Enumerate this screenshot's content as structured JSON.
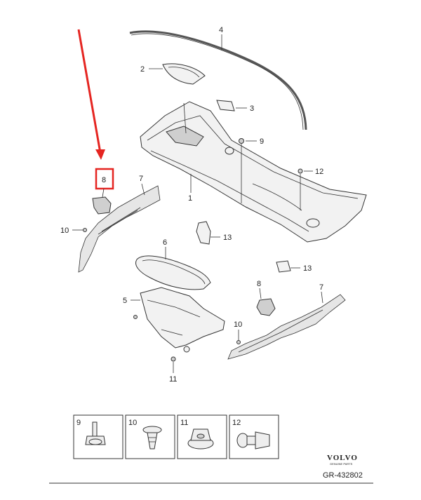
{
  "callouts": {
    "c1": "1",
    "c2": "2",
    "c3": "3",
    "c4": "4",
    "c5": "5",
    "c6": "6",
    "c7a": "7",
    "c7b": "7",
    "c8a": "8",
    "c8b": "8",
    "c9": "9",
    "c10a": "10",
    "c10b": "10",
    "c11": "11",
    "c12": "12",
    "c13a": "13",
    "c13b": "13"
  },
  "legend": [
    {
      "label": "9"
    },
    {
      "label": "10"
    },
    {
      "label": "11"
    },
    {
      "label": "12"
    }
  ],
  "brand": {
    "name": "VOLVO",
    "sub": "GENUINE PARTS"
  },
  "reference": "GR-432802",
  "colors": {
    "highlight": "#e52521",
    "line": "#333333"
  }
}
